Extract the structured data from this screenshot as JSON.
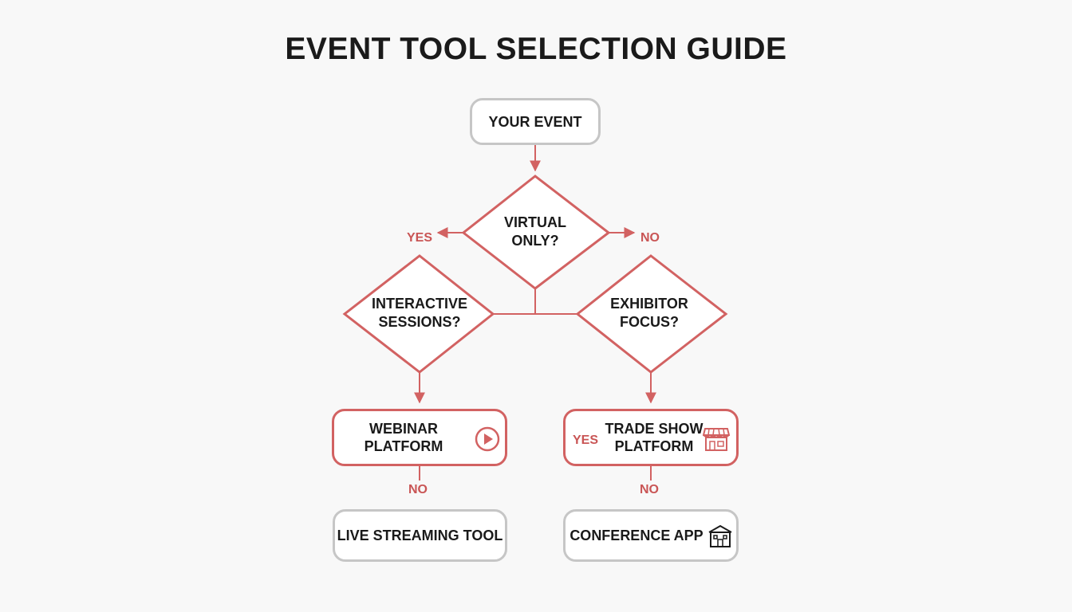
{
  "title": "EVENT TOOL SELECTION GUIDE",
  "nodes": {
    "start": "YOUR EVENT",
    "virtual_line1": "VIRTUAL",
    "virtual_line2": "ONLY?",
    "interactive_line1": "INTERACTIVE",
    "interactive_line2": "SESSIONS?",
    "exhibitor_line1": "EXHIBITOR",
    "exhibitor_line2": "FOCUS?",
    "webinar_line1": "WEBINAR",
    "webinar_line2": "PLATFORM",
    "tradeshow_line1": "TRADE SHOW",
    "tradeshow_line2": "PLATFORM",
    "live_streaming": "LIVE STREAMING TOOL",
    "conference_app": "CONFERENCE APP"
  },
  "branches": {
    "virtual_yes": "YES",
    "virtual_no": "NO",
    "tradeshow_yes": "YES",
    "webinar_no": "NO",
    "tradeshow_no": "NO"
  },
  "icons": {
    "webinar": "play-icon",
    "tradeshow": "storefront-icon",
    "conference": "building-icon"
  },
  "colors": {
    "accent": "#d26262",
    "gray_border": "#c6c6c6",
    "text": "#1a1a1a"
  }
}
